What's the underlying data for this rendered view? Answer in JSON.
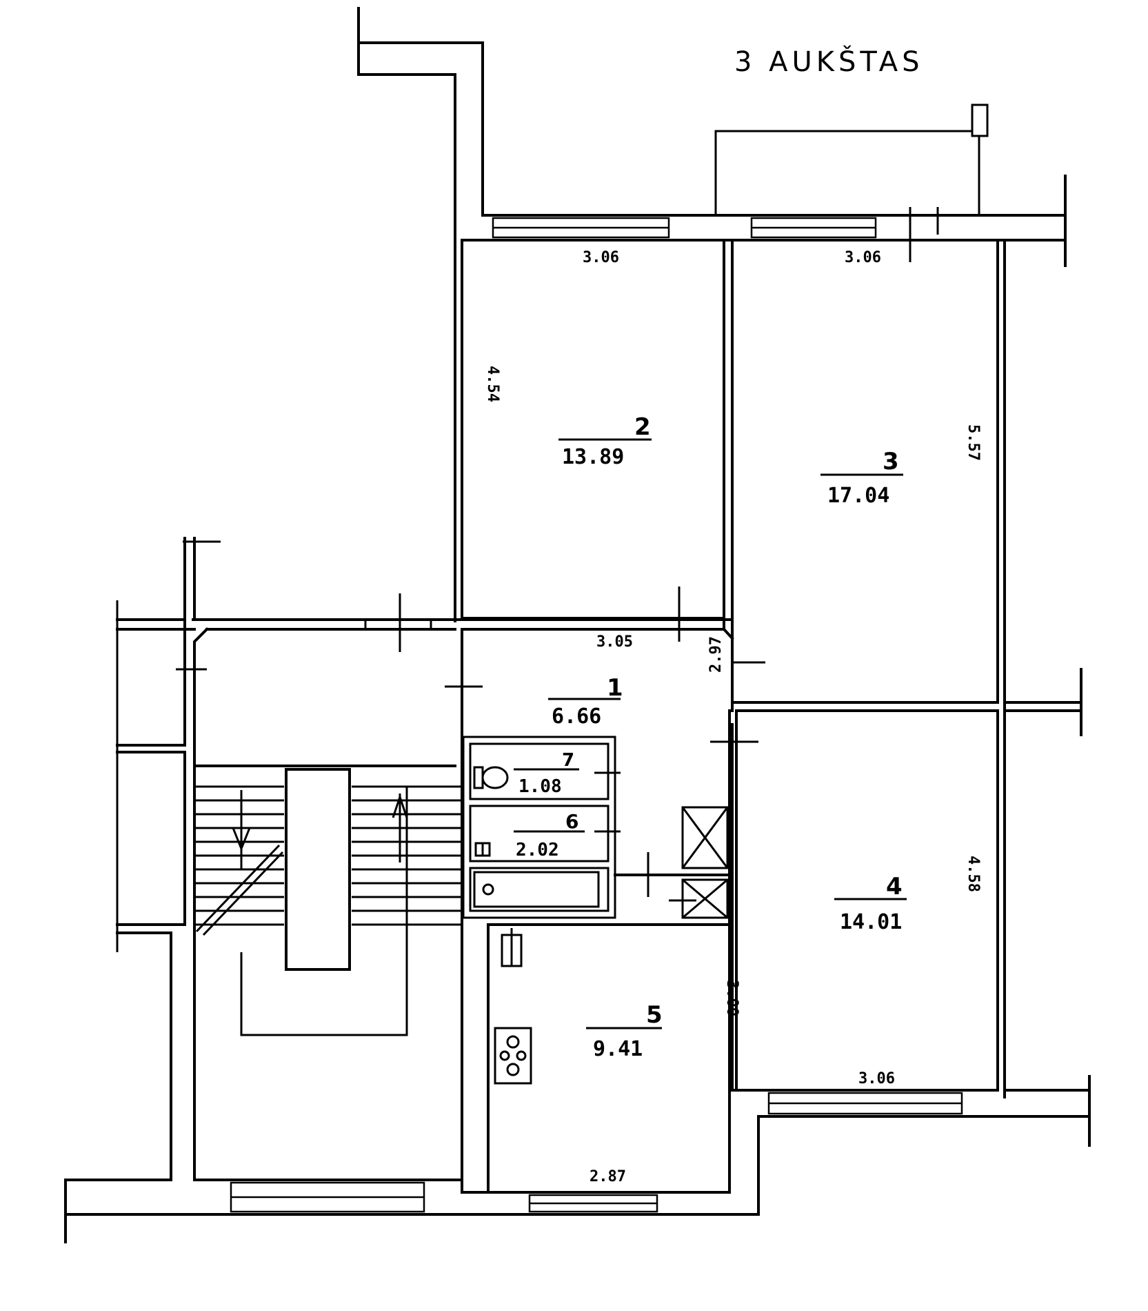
{
  "title": "3 AUKŠTAS",
  "rooms": [
    {
      "number": "1",
      "area": "6.66"
    },
    {
      "number": "2",
      "area": "13.89"
    },
    {
      "number": "3",
      "area": "17.04"
    },
    {
      "number": "4",
      "area": "14.01"
    },
    {
      "number": "5",
      "area": "9.41"
    },
    {
      "number": "6",
      "area": "2.02"
    },
    {
      "number": "7",
      "area": "1.08"
    }
  ],
  "dimensions": {
    "room2_width": "3.06",
    "room2_depth": "4.54",
    "room3_width": "3.06",
    "room3_depth": "5.57",
    "room1_width": "3.05",
    "room1_depth": "2.97",
    "room4_depth": "4.58",
    "room4_width": "3.06",
    "room5_depth": "3.00",
    "room5_width": "2.87"
  }
}
